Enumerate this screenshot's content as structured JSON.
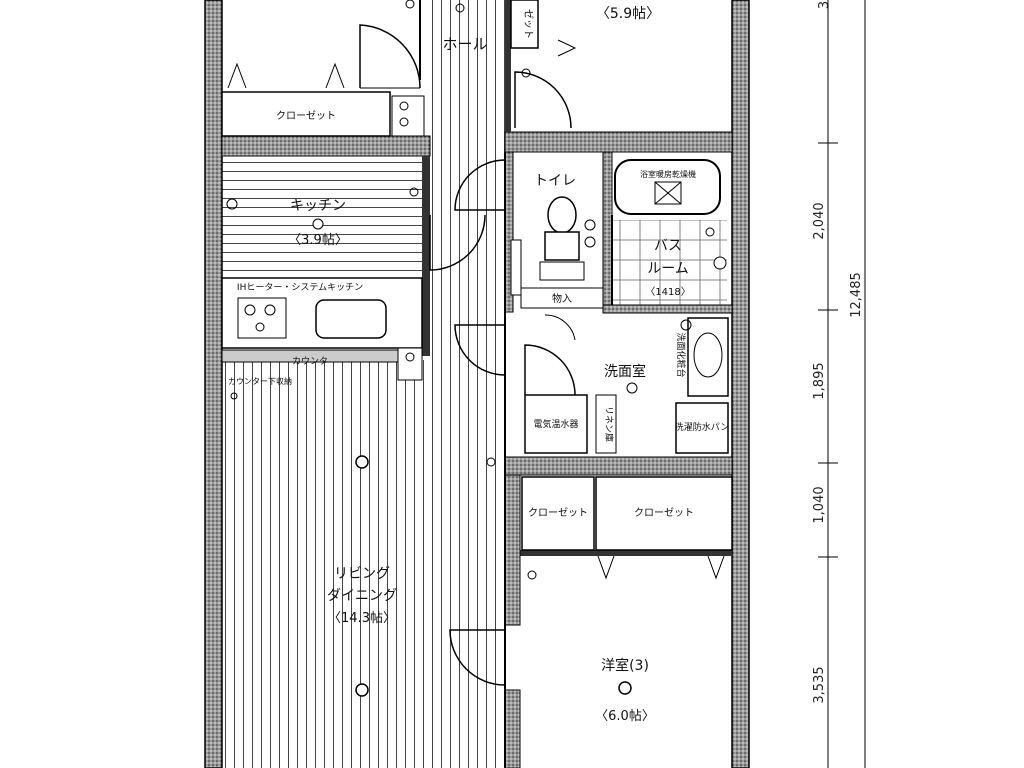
{
  "rooms": {
    "hall": "ホール",
    "closet_top": "ゼット",
    "room_top_size": "〈5.9帖〉",
    "closet_upper_left": "クローゼット",
    "kitchen": "キッチン",
    "kitchen_size": "〈3.9帖〉",
    "kitchen_system": "IHヒーター・システムキッチン",
    "counter": "カウンタ",
    "counter_under": "カウンター下収納",
    "toilet": "トイレ",
    "bath_label1": "バス",
    "bath_label2": "ルーム",
    "bath_size": "〈1418〉",
    "bath_heater": "浴室暖房乾燥機",
    "storage": "物入",
    "washroom": "洗面室",
    "vanity": "洗面化粧台",
    "water_heater": "電気温水器",
    "linen": "リネン庫",
    "laundry": "洗濯防水パン",
    "closet_lower_left": "クローゼット",
    "closet_lower_right": "クローゼット",
    "living_line1": "リビング",
    "living_line2": "ダイニング",
    "living_size": "〈14.3帖〉",
    "western_room": "洋室(3)",
    "western_size": "〈6.0帖〉"
  },
  "dimensions": {
    "d_top": "3",
    "d_2040": "2,040",
    "d_1895": "1,895",
    "d_1040": "1,040",
    "d_3535": "3,535",
    "d_total": "12,485"
  }
}
